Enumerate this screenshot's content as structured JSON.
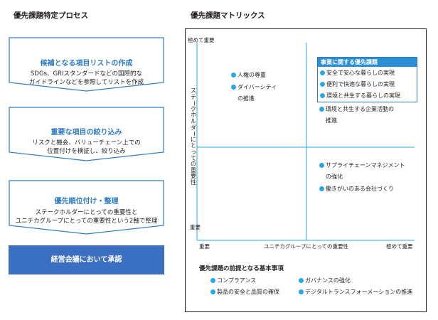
{
  "left": {
    "title": "優先課題特定プロセス",
    "steps": [
      {
        "title": "候補となる項目リストの作成",
        "desc": [
          "SDGs、GRIスタンダードなどの国際的な",
          "ガイドラインなどを参照してリストを作成"
        ]
      },
      {
        "title": "重要な項目の絞り込み",
        "desc": [
          "リスクと機会、バリューチェーン上での",
          "位置付けを検証し、絞り込み"
        ]
      },
      {
        "title": "優先順位付け・整理",
        "desc": [
          "ステークホルダーにとっての重要性と",
          "ユニチカグループにとっての重要性という2軸で整理"
        ]
      }
    ],
    "final": "経営会議において承認"
  },
  "matrix": {
    "title": "優先課題マトリックス",
    "y_top": "極めて重要",
    "y_bottom": "重要",
    "y_label": "ステークホルダーにとっての重要性",
    "x_left": "重要",
    "x_center": "ユニチカグループにとっての重要性",
    "x_right": "極めて重要",
    "upper_left": [
      {
        "label": "人権の尊重"
      },
      {
        "label": "ダイバーシティ",
        "cont": "の推進"
      }
    ],
    "highlight_header": "事業に関する優先課題",
    "highlight_items": [
      "安全で安心な暮らしの実現",
      "便利で快適な暮らしの実現",
      "環境と共生する暮らしの実現"
    ],
    "upper_right_other": {
      "label": "環境と共生する企業活動の",
      "cont": "推進"
    },
    "lower_right": [
      {
        "label": "サプライチェーンマネジメント",
        "cont": "の強化"
      },
      {
        "label": "働きがいのある会社づくり"
      }
    ],
    "basics_title": "優先課題の前提となる基本事項",
    "basics": [
      "コンプラアンス",
      "ガバナンスの強化",
      "製品の安全と品質の確保",
      "デジタルトランスフォーメーションの推進"
    ],
    "colors": {
      "dot": "#27a8e0",
      "axis": "#27a8e0",
      "header_bg": "#2b8fd6",
      "step_title": "#2e7bc4",
      "final_bg": "#3b6fc2"
    }
  }
}
